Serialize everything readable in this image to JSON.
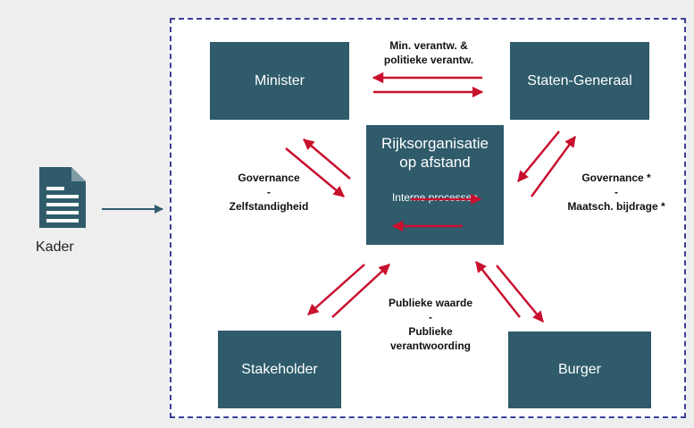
{
  "colors": {
    "box": "#2f5b6b",
    "arrow": "#c8102e",
    "frame": "#3b3f9a",
    "connector": "#2f5b6b"
  },
  "left": {
    "icon": "document-icon",
    "label": "Kader"
  },
  "boxes": {
    "minister": "Minister",
    "staten_generaal": "Staten-Generaal",
    "stakeholder": "Stakeholder",
    "burger": "Burger",
    "center_line1": "Rijksorganisatie",
    "center_line2": "op afstand",
    "center_sub": "Interne processen"
  },
  "labels": {
    "top_line1": "Min. verantw. &",
    "top_line2": "politieke verantw.",
    "left_line1": "Governance",
    "left_line2": "-",
    "left_line3": "Zelfstandigheid",
    "right_line1": "Governance *",
    "right_line2": "-",
    "right_line3": "Maatsch. bijdrage *",
    "bottom_line1": "Publieke waarde",
    "bottom_line2": "-",
    "bottom_line3": "Publieke",
    "bottom_line4": "verantwoording"
  }
}
